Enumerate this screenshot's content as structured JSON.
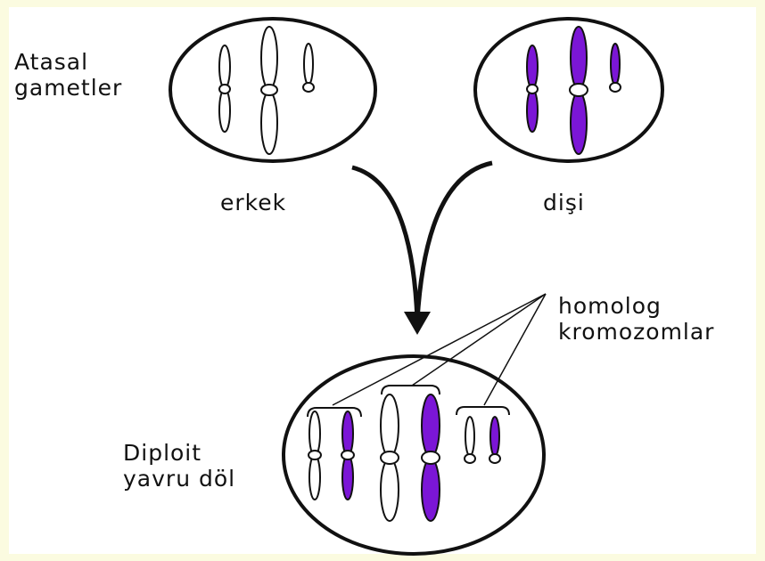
{
  "labels": {
    "parent_gametes_line1": "Atasal",
    "parent_gametes_line2": "gametler",
    "male": "erkek",
    "female": "dişi",
    "homologous_line1": "homolog",
    "homologous_line2": "kromozomlar",
    "offspring_line1": "Diploit",
    "offspring_line2": "yavru döl"
  },
  "colors": {
    "background": "#fbfbe0",
    "panel": "#ffffff",
    "outline": "#111111",
    "female_chromosome": "#7b16d6",
    "male_chromosome": "#ffffff"
  }
}
